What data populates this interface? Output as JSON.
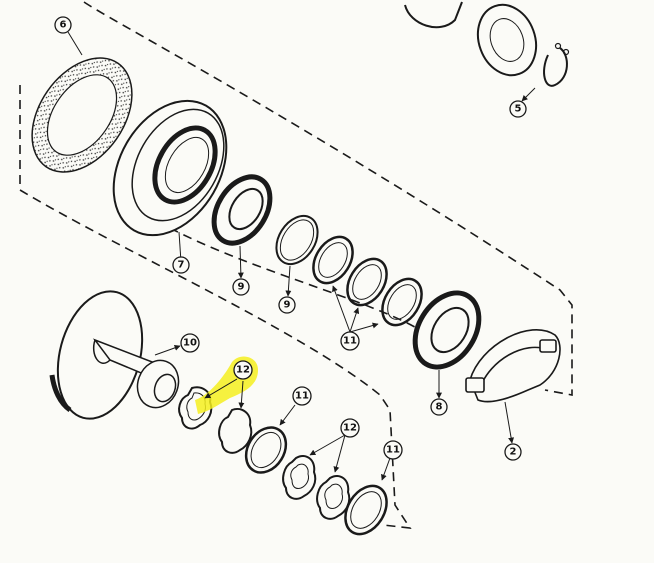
{
  "diagram": {
    "colors": {
      "ink": "#1a1a1a",
      "paper": "#fbfbf7",
      "highlight": "#f5ee1e"
    },
    "highlighted_callout": "12",
    "callouts": [
      {
        "id": "callout-6",
        "label": "6",
        "part": "friction-disc"
      },
      {
        "id": "callout-5",
        "label": "5",
        "part": "snap-ring"
      },
      {
        "id": "callout-7",
        "label": "7",
        "part": "drum"
      },
      {
        "id": "callout-9a",
        "label": "9",
        "part": "bearing"
      },
      {
        "id": "callout-9b",
        "label": "9",
        "part": "ring"
      },
      {
        "id": "callout-11a",
        "label": "11",
        "part": "ring-set"
      },
      {
        "id": "callout-8",
        "label": "8",
        "part": "bearing"
      },
      {
        "id": "callout-2",
        "label": "2",
        "part": "clamp"
      },
      {
        "id": "callout-10",
        "label": "10",
        "part": "shaft"
      },
      {
        "id": "callout-12a",
        "label": "12",
        "part": "wave-washer"
      },
      {
        "id": "callout-11b",
        "label": "11",
        "part": "ring"
      },
      {
        "id": "callout-12b",
        "label": "12",
        "part": "wave-washer"
      },
      {
        "id": "callout-11c",
        "label": "11",
        "part": "ring"
      }
    ]
  }
}
